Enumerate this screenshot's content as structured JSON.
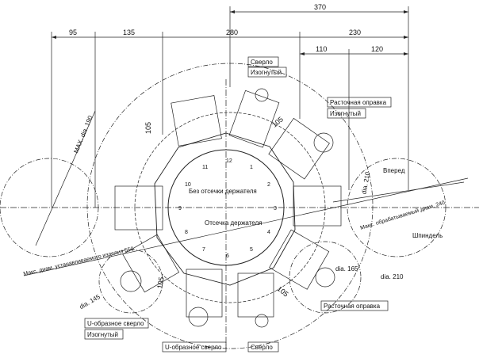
{
  "dimensions": {
    "top_370": "370",
    "d95": "95",
    "d135": "135",
    "d280": "280",
    "d230": "230",
    "d110": "110",
    "d120": "120",
    "d105_left": "105",
    "d105_top": "105",
    "d105_bottom_left": "105",
    "d105_bottom_right": "105"
  },
  "labels": {
    "max_dia": "MAX. dia. 190",
    "no_cut": "Без отсечки держателя",
    "cut": "Отсечка держателя",
    "max_workpiece": "Макс. диам. устанавливаемого изделия 550",
    "max_machined": "Макс. обрабатываемый диам. 240",
    "forward": "Вперед",
    "spindle": "Шпиндель",
    "dia210_vert": "dia. 210",
    "dia165": "dia. 165",
    "dia210": "dia. 210",
    "dia145": "dia. 145"
  },
  "boxes": {
    "drill_top": "Сверло",
    "bent_top": "Изогнутый",
    "boring_top": "Расточная оправка",
    "bent_right": "Изогнутый",
    "boring_bottom": "Расточная оправка",
    "u_drill_left": "U-образное сверло",
    "bent_left": "Изогнутый",
    "u_drill_bottom": "U-образное сверло",
    "drill_bottom": "Сверло"
  },
  "stations": [
    "1",
    "2",
    "3",
    "4",
    "5",
    "6",
    "7",
    "8",
    "9",
    "10",
    "11",
    "12"
  ]
}
